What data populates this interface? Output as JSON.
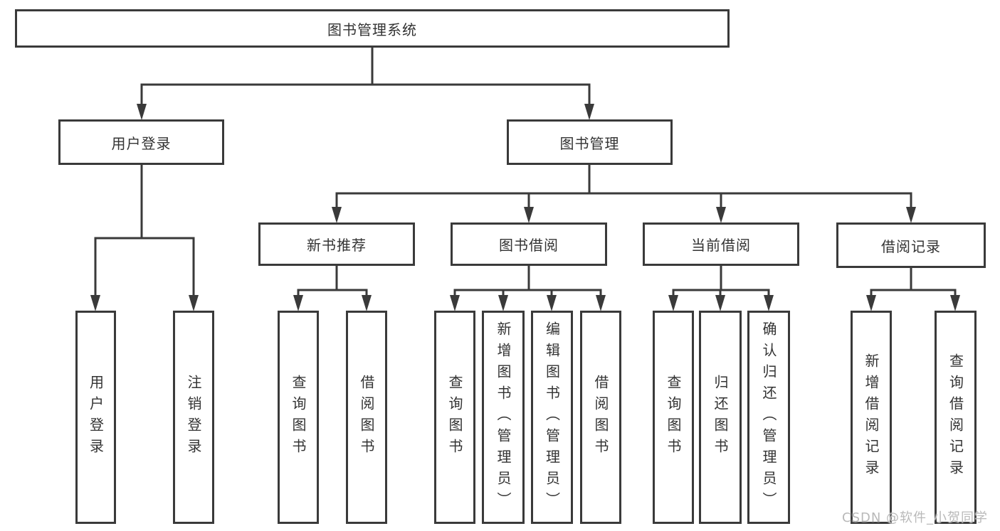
{
  "tree": {
    "label": "图书管理系统",
    "children": [
      {
        "label": "用户登录",
        "children": [
          {
            "label": "用户登录"
          },
          {
            "label": "注销登录"
          }
        ]
      },
      {
        "label": "图书管理",
        "children": [
          {
            "label": "新书推荐",
            "children": [
              {
                "label": "查询图书"
              },
              {
                "label": "借阅图书"
              }
            ]
          },
          {
            "label": "图书借阅",
            "children": [
              {
                "label": "查询图书"
              },
              {
                "label": "新增图书（管理员）"
              },
              {
                "label": "编辑图书（管理员）"
              },
              {
                "label": "借阅图书"
              }
            ]
          },
          {
            "label": "当前借阅",
            "children": [
              {
                "label": "查询图书"
              },
              {
                "label": "归还图书"
              },
              {
                "label": "确认归还（管理员）"
              }
            ]
          },
          {
            "label": "借阅记录",
            "children": [
              {
                "label": "新增借阅记录"
              },
              {
                "label": "查询借阅记录"
              }
            ]
          }
        ]
      }
    ]
  },
  "watermark": {
    "text": "CSDN @软件_小贺同学"
  },
  "colors": {
    "line": "#3a3a3a",
    "text": "#333333",
    "background": "#ffffff",
    "watermark": "#b9b9b9"
  }
}
